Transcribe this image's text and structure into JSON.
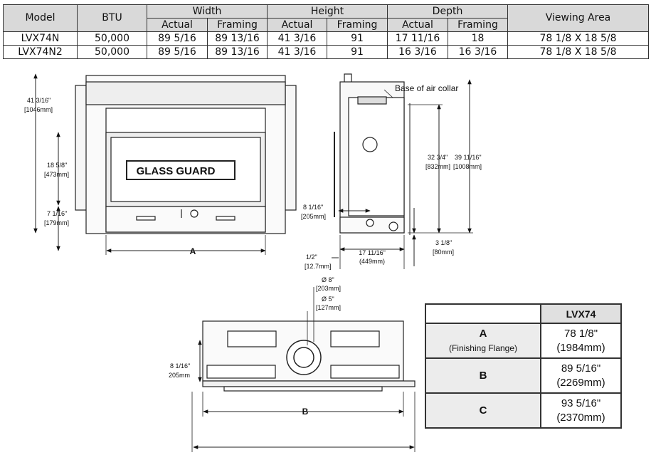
{
  "spec_table": {
    "headers": {
      "model": "Model",
      "btu": "BTU",
      "width": "Width",
      "height": "Height",
      "depth": "Depth",
      "viewing": "Viewing Area",
      "actual": "Actual",
      "framing": "Framing"
    },
    "rows": [
      {
        "model": "LVX74N",
        "btu": "50,000",
        "w_actual": "89 5/16",
        "w_framing": "89 13/16",
        "h_actual": "41 3/16",
        "h_framing": "91",
        "d_actual": "17 11/16",
        "d_framing": "18",
        "viewing": "78 1/8 X 18 5/8"
      },
      {
        "model": "LVX74N2",
        "btu": "50,000",
        "w_actual": "89 5/16",
        "w_framing": "89 13/16",
        "h_actual": "41 3/16",
        "h_framing": "91",
        "d_actual": "16 3/16",
        "d_framing": "16 3/16",
        "viewing": "78 1/8 X 18 5/8"
      }
    ]
  },
  "front_view": {
    "glass_label": "GLASS GUARD",
    "dim_total_height": "41 3/16\"",
    "dim_total_height_mm": "[1046mm]",
    "dim_view_height": "18 5/8\"",
    "dim_view_height_mm": "[473mm]",
    "dim_bottom": "7 1/16\"",
    "dim_bottom_mm": "[179mm]",
    "letter_a": "A"
  },
  "side_view": {
    "callout": "Base of air collar",
    "dim_left": "8 1/16\"",
    "dim_left_mm": "[205mm]",
    "dim_collar": "32 3/4\"",
    "dim_collar_mm": "[832mm]",
    "dim_total": "39 11/16\"",
    "dim_total_mm": "[1008mm]",
    "dim_base": "3 1/8\"",
    "dim_base_mm": "[80mm]",
    "dim_depth": "17 11/16\"",
    "dim_depth_mm": "(449mm)",
    "dim_offset": "1/2\"",
    "dim_offset_mm": "[12.7mm]"
  },
  "top_view": {
    "dia_outer": "Ø 8\"",
    "dia_outer_mm": "[203mm]",
    "dia_inner": "Ø 5\"",
    "dia_inner_mm": "[127mm]",
    "dim_depth": "8 1/16\"",
    "dim_depth_mm": "205mm",
    "letter_b": "B"
  },
  "dims_table": {
    "header": "LVX74",
    "rows": [
      {
        "letter": "A",
        "sub": "(Finishing Flange)",
        "value": "78 1/8\"",
        "mm": "(1984mm)"
      },
      {
        "letter": "B",
        "sub": "",
        "value": "89 5/16\"",
        "mm": "(2269mm)"
      },
      {
        "letter": "C",
        "sub": "",
        "value": "93 5/16\"",
        "mm": "(2370mm)"
      }
    ]
  }
}
